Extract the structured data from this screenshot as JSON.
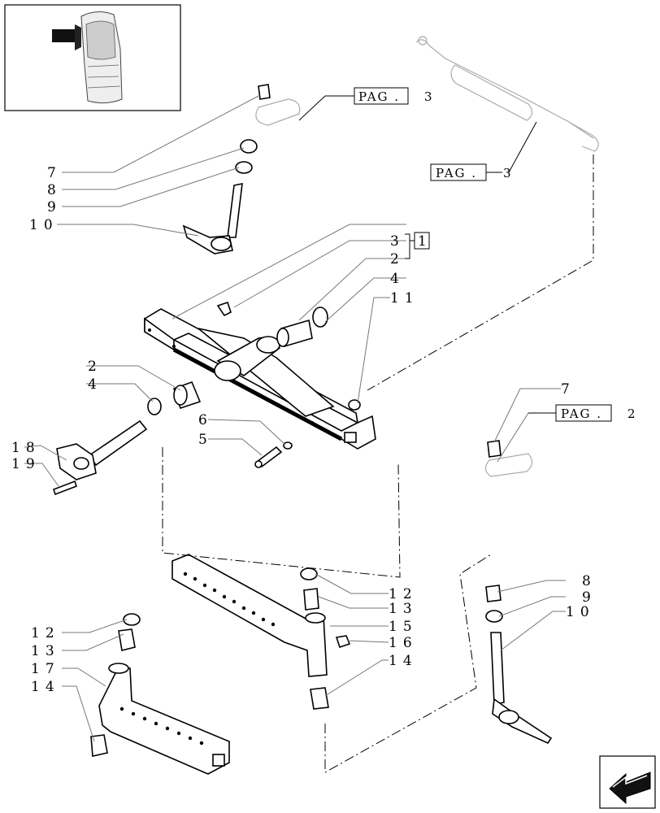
{
  "references": [
    {
      "id": "pag-top",
      "label": "PAG .",
      "page": "3"
    },
    {
      "id": "pag-right",
      "label": "PAG .",
      "page": "3"
    },
    {
      "id": "pag-lower",
      "label": "PAG .",
      "page": "2"
    }
  ],
  "callouts": {
    "c7a": "7",
    "c8a": "8",
    "c9a": "9",
    "c10a": "10",
    "c3": "3",
    "c1": "1",
    "c2a": "2",
    "c4a": "4",
    "c11": "11",
    "c2b": "2",
    "c4b": "4",
    "c6": "6",
    "c5": "5",
    "c18": "18",
    "c19": "19",
    "c7b": "7",
    "c12a": "12",
    "c13a": "13",
    "c15": "15",
    "c16": "16",
    "c14a": "14",
    "c8b": "8",
    "c9b": "9",
    "c10b": "10",
    "c12b": "12",
    "c13b": "13",
    "c17": "17",
    "c14b": "14"
  }
}
